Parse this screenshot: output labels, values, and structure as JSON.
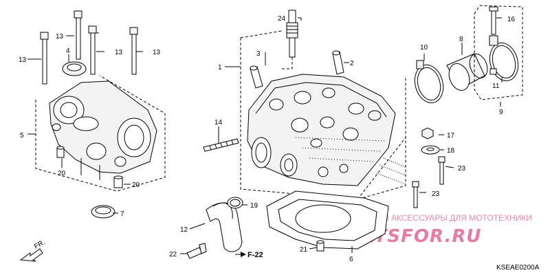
{
  "diagram": {
    "code": "KSEAE0200A",
    "direction_label": "FR.",
    "reference_label": "F-22",
    "callouts": [
      "1",
      "2",
      "3",
      "4",
      "5",
      "6",
      "7",
      "8",
      "9",
      "10",
      "11",
      "12",
      "13",
      "13",
      "13",
      "13",
      "14",
      "16",
      "17",
      "18",
      "19",
      "20",
      "20",
      "21",
      "22",
      "23",
      "23",
      "24"
    ]
  },
  "watermark": {
    "top_text": "ЗАПЧАСТИ И АКСЕССУАРЫ ДЛЯ МОТОТЕХНИКИ",
    "logo_text": "PARTSFOR.RU",
    "color": "#d6246a"
  }
}
